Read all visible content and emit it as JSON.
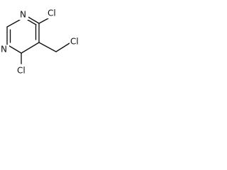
{
  "molecule": {
    "atoms": {
      "n1": "N",
      "n3": "N",
      "cl_c4": "Cl",
      "cl_c6": "Cl",
      "cl_ch2": "Cl"
    }
  }
}
